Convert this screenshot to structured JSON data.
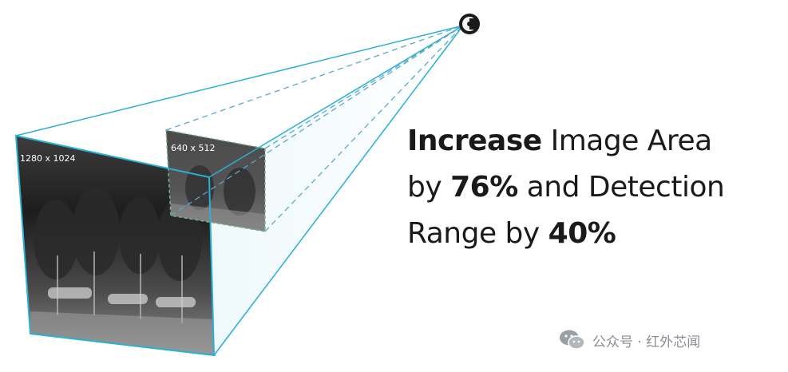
{
  "headline": {
    "line1": {
      "bold": "Increase",
      "rest": " Image Area"
    },
    "line2": {
      "pre": "by ",
      "bold": "76%",
      "rest": " and Detection"
    },
    "line3": {
      "pre": "Range by ",
      "bold": "40%"
    }
  },
  "labels": {
    "large_resolution": "1280 x 1024",
    "small_resolution": "640 x 512"
  },
  "watermark": {
    "text": "公众号 · 红外芯闻",
    "icon": "wechat-icon"
  },
  "colors": {
    "frustum_line": "#2ab0d6",
    "dashed_line": "#5aa9c9",
    "small_frame_border": "#7db38a",
    "headline_text": "#1a1a1a",
    "watermark": "#8a8f96"
  }
}
